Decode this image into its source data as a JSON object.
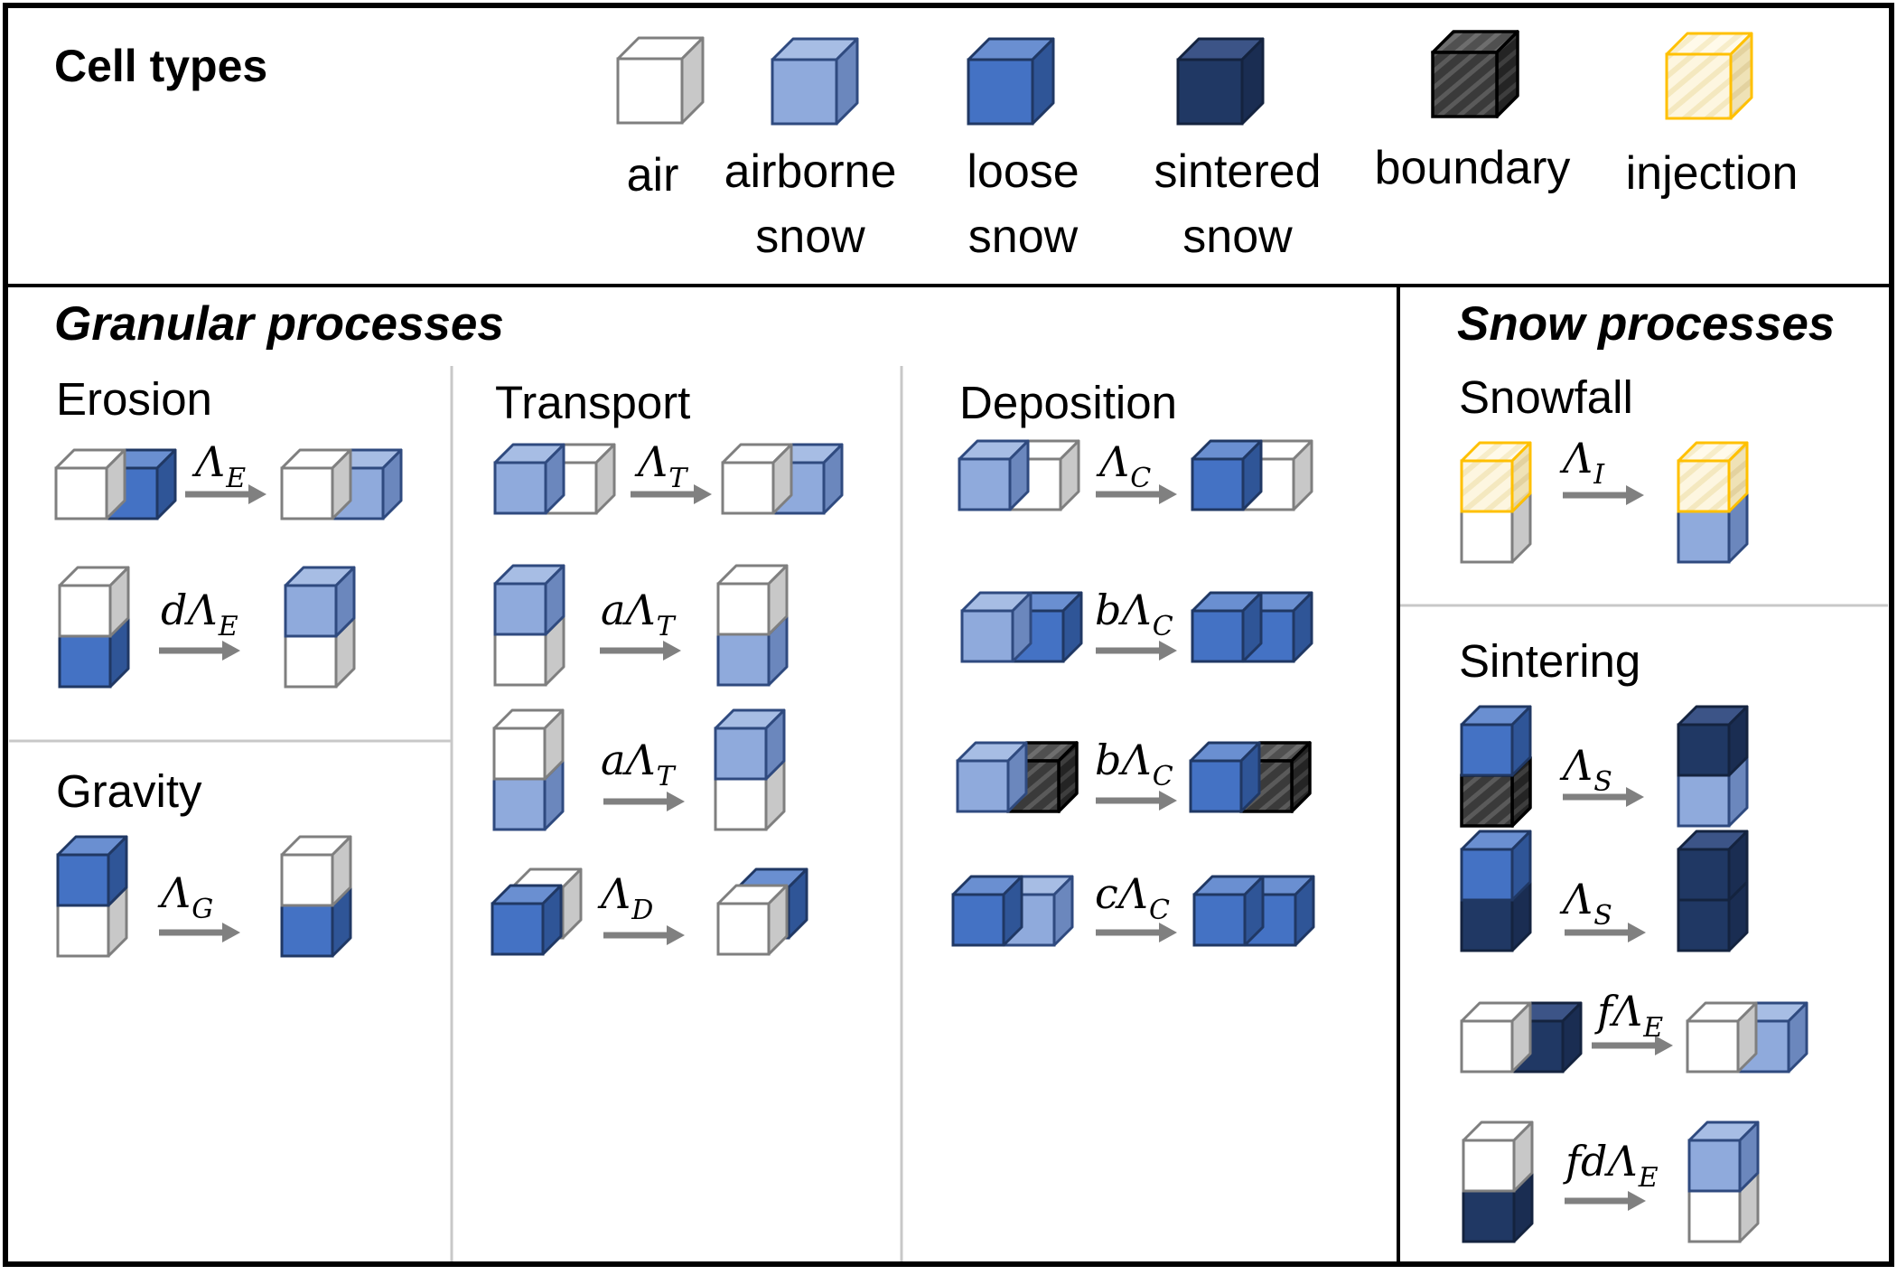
{
  "legend": {
    "title": "Cell types",
    "items": [
      {
        "key": "air",
        "label_lines": [
          "air"
        ]
      },
      {
        "key": "airborne",
        "label_lines": [
          "airborne",
          "snow"
        ]
      },
      {
        "key": "loose",
        "label_lines": [
          "loose",
          "snow"
        ]
      },
      {
        "key": "sintered",
        "label_lines": [
          "sintered",
          "snow"
        ]
      },
      {
        "key": "boundary",
        "label_lines": [
          "boundary"
        ]
      },
      {
        "key": "injection",
        "label_lines": [
          "injection"
        ]
      }
    ]
  },
  "colors": {
    "air": {
      "front": "#ffffff",
      "top": "#ffffff",
      "side": "#c8c8c8",
      "stroke": "#7f7f7f"
    },
    "airborne": {
      "front": "#8faadc",
      "top": "#a7bde4",
      "side": "#6b87bd",
      "stroke": "#2f4a7f"
    },
    "loose": {
      "front": "#4472c4",
      "top": "#6a8fd1",
      "side": "#2f5597",
      "stroke": "#203864"
    },
    "sintered": {
      "front": "#203864",
      "top": "#3c5487",
      "side": "#1a2d52",
      "stroke": "#14233f"
    },
    "boundary": {
      "front": "#3a3a3a",
      "top": "#555555",
      "side": "#262626",
      "stroke": "#000000"
    },
    "injection": {
      "front": "#fdf7e3",
      "top": "#fffbee",
      "side": "#f3e8c4",
      "stroke": "#ffc000"
    },
    "arrow": "#808080",
    "divider": "#c8c8c8",
    "frame": "#000000"
  },
  "granular": {
    "title": "Granular processes",
    "erosion": {
      "title": "Erosion"
    },
    "gravity": {
      "title": "Gravity"
    },
    "transport": {
      "title": "Transport"
    },
    "deposition": {
      "title": "Deposition"
    }
  },
  "snow": {
    "title": "Snow processes",
    "snowfall": {
      "title": "Snowfall"
    },
    "sintering": {
      "title": "Sintering"
    }
  },
  "rules": [
    {
      "id": "erosion-horizontal",
      "coef": "",
      "sym": "E",
      "before": [
        "air",
        "loose"
      ],
      "before_layout": "h",
      "after": [
        "air",
        "airborne"
      ],
      "after_layout": "h"
    },
    {
      "id": "erosion-vertical",
      "coef": "d",
      "sym": "E",
      "before": [
        "air",
        "loose"
      ],
      "before_layout": "v",
      "after": [
        "airborne",
        "air"
      ],
      "after_layout": "v"
    },
    {
      "id": "gravity",
      "coef": "",
      "sym": "G",
      "before": [
        "loose",
        "air"
      ],
      "before_layout": "v",
      "after": [
        "air",
        "loose"
      ],
      "after_layout": "v"
    },
    {
      "id": "transport-horizontal",
      "coef": "",
      "sym": "T",
      "before": [
        "airborne",
        "air"
      ],
      "before_layout": "h",
      "after": [
        "air",
        "airborne"
      ],
      "after_layout": "h"
    },
    {
      "id": "transport-down",
      "coef": "a",
      "sym": "T",
      "before": [
        "airborne",
        "air"
      ],
      "before_layout": "v",
      "after": [
        "air",
        "airborne"
      ],
      "after_layout": "v"
    },
    {
      "id": "transport-up",
      "coef": "a",
      "sym": "T",
      "before": [
        "air",
        "airborne"
      ],
      "before_layout": "v",
      "after": [
        "airborne",
        "air"
      ],
      "after_layout": "v"
    },
    {
      "id": "transport-diagonal",
      "coef": "",
      "sym": "D",
      "before": [
        "loose",
        "air"
      ],
      "before_layout": "d",
      "after": [
        "air",
        "loose"
      ],
      "after_layout": "d"
    },
    {
      "id": "deposition-air",
      "coef": "",
      "sym": "C",
      "before": [
        "airborne",
        "air"
      ],
      "before_layout": "h",
      "after": [
        "loose",
        "air"
      ],
      "after_layout": "h"
    },
    {
      "id": "deposition-loose",
      "coef": "b",
      "sym": "C",
      "before": [
        "airborne",
        "loose"
      ],
      "before_layout": "h",
      "after": [
        "loose",
        "loose"
      ],
      "after_layout": "h"
    },
    {
      "id": "deposition-boundary",
      "coef": "b",
      "sym": "C",
      "before": [
        "airborne",
        "boundary"
      ],
      "before_layout": "h",
      "after": [
        "loose",
        "boundary"
      ],
      "after_layout": "h"
    },
    {
      "id": "deposition-reverse",
      "coef": "c",
      "sym": "C",
      "before": [
        "loose",
        "airborne"
      ],
      "before_layout": "h",
      "after": [
        "loose",
        "loose"
      ],
      "after_layout": "h"
    },
    {
      "id": "snowfall",
      "coef": "",
      "sym": "I",
      "before": [
        "injection",
        "air"
      ],
      "before_layout": "v",
      "after": [
        "injection",
        "airborne"
      ],
      "after_layout": "v"
    },
    {
      "id": "sintering-boundary",
      "coef": "",
      "sym": "S",
      "before": [
        "loose",
        "boundary"
      ],
      "before_layout": "v",
      "after": [
        "sintered",
        "airborne"
      ],
      "after_layout": "v"
    },
    {
      "id": "sintering-sintered",
      "coef": "",
      "sym": "S",
      "before": [
        "loose",
        "sintered"
      ],
      "before_layout": "v",
      "after": [
        "sintered",
        "sintered"
      ],
      "after_layout": "v"
    },
    {
      "id": "sintered-erosion-horizontal",
      "coef": "f",
      "sym": "E",
      "before": [
        "air",
        "sintered"
      ],
      "before_layout": "h",
      "after": [
        "air",
        "airborne"
      ],
      "after_layout": "h"
    },
    {
      "id": "sintered-erosion-vertical",
      "coef": "fd",
      "sym": "E",
      "before": [
        "air",
        "sintered"
      ],
      "before_layout": "v",
      "after": [
        "airborne",
        "air"
      ],
      "after_layout": "v"
    }
  ]
}
